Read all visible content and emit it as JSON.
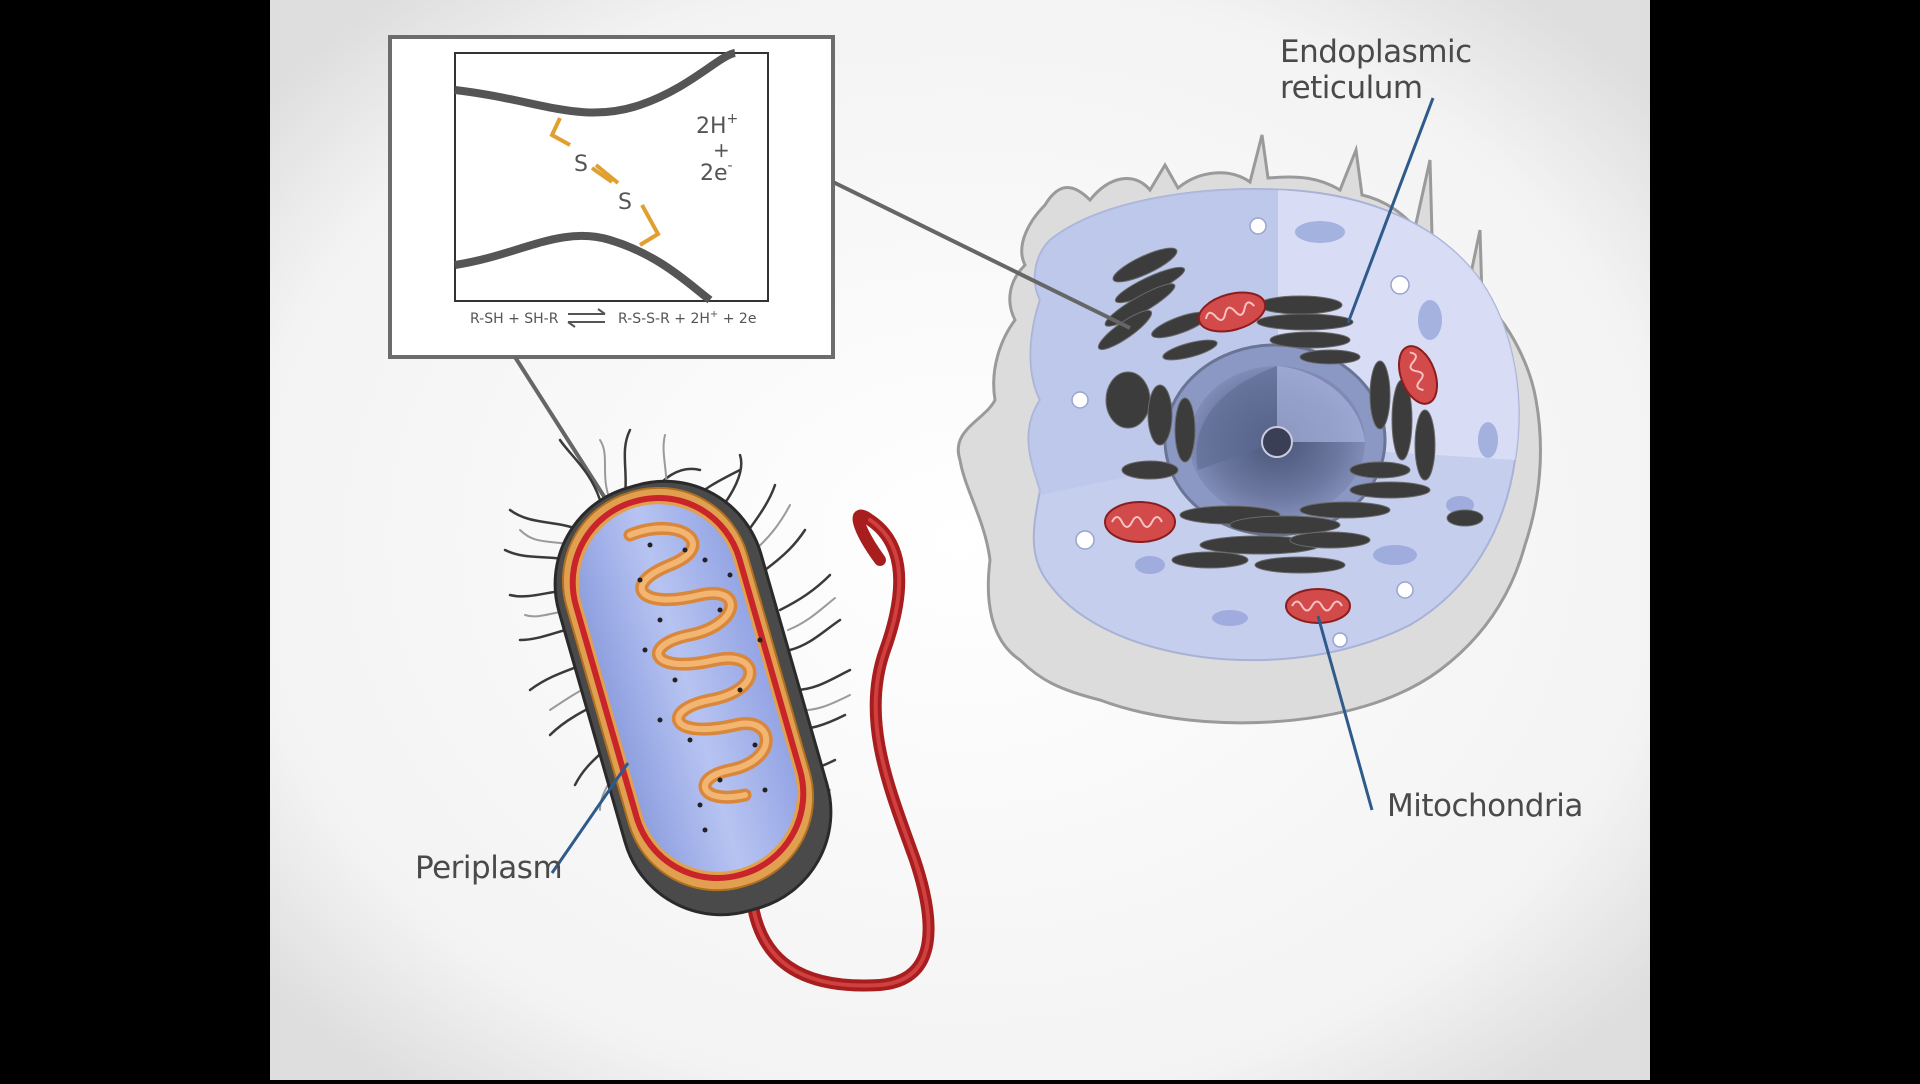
{
  "labels": {
    "er_line1": "Endoplasmic",
    "er_line2": "reticulum",
    "mitochondria": "Mitochondria",
    "periplasm": "Periplasm"
  },
  "inset": {
    "sulfur_1": "S",
    "sulfur_2": "S",
    "products_line1": "2H",
    "products_sup1": "+",
    "products_plus": "+",
    "products_line3": "2e",
    "products_sup3": "-",
    "equation_left": "R-SH + SH-R",
    "equation_right": "R-S-S-R + 2H",
    "equation_right_sup": "+",
    "equation_right_tail": " + 2e"
  },
  "colors": {
    "background": "#f4f4f4",
    "leader_line": "#2e5a8c",
    "bond": "#e0a030",
    "flagellum": "#b02222",
    "cytoplasm_blue": "#a9b8ec",
    "membrane_red": "#c8242a"
  }
}
